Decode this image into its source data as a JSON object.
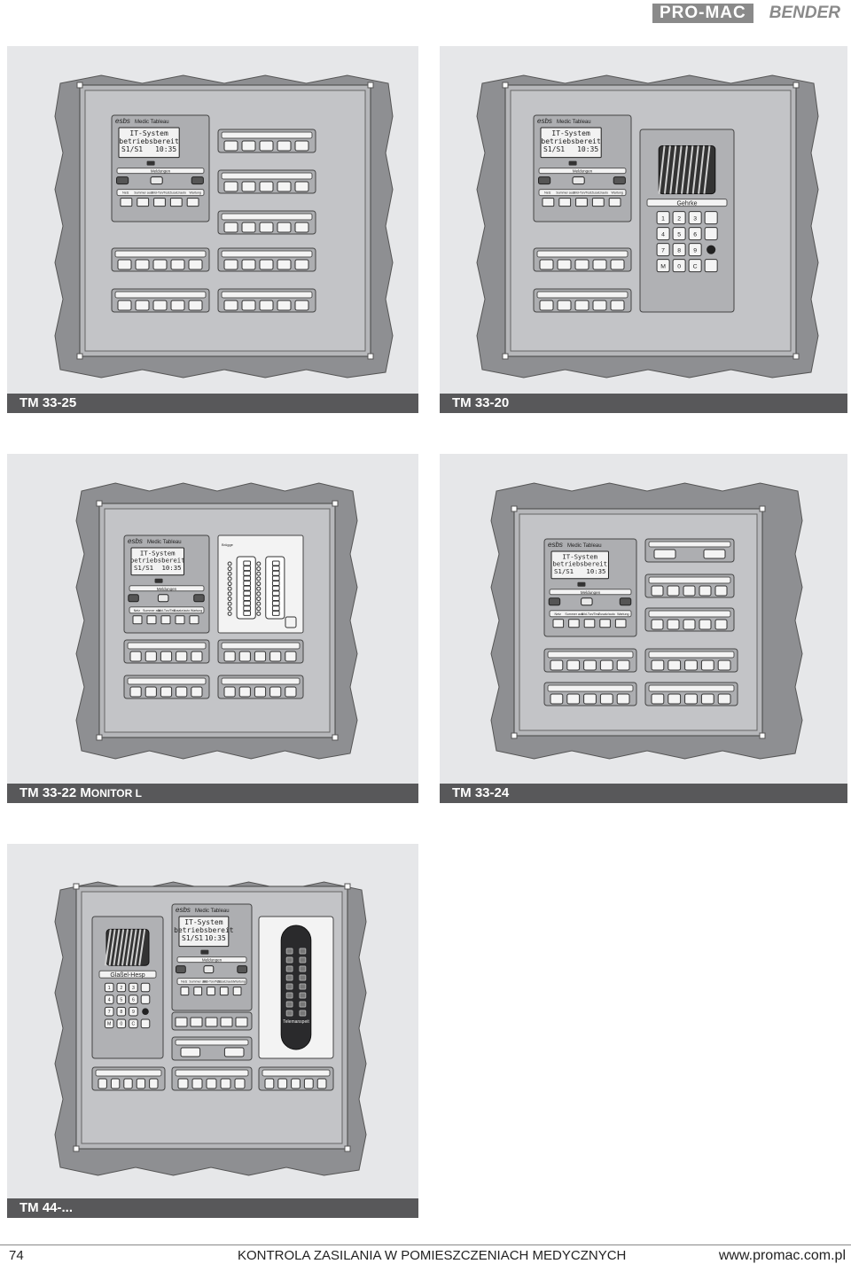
{
  "header": {
    "logo1": "PRO-MAC",
    "logo2": "BENDER"
  },
  "device": {
    "brand": "esbs",
    "brand_sub": "Medic Tableau",
    "lcd_line1": "IT-System",
    "lcd_line2": "betriebsbereit",
    "lcd_line3": "S1/S1",
    "lcd_time": "10:35",
    "meldungen": "Meldungen",
    "status_labels": [
      "Netz",
      "Summer aus",
      "Bild-Ton/Test",
      "Zusatz/auto",
      "Wartung"
    ],
    "intercom_label": "Gehrke",
    "handset_label": "Telemanspeit"
  },
  "keypad": [
    "1",
    "2",
    "3",
    "4",
    "5",
    "6",
    "7",
    "8",
    "9",
    "M",
    "0",
    "C"
  ],
  "panels": [
    {
      "caption": "TM 33-25",
      "caption_small": ""
    },
    {
      "caption": "TM 33-20",
      "caption_small": ""
    },
    {
      "caption": "TM 33-22 M",
      "caption_small": "ONITOR L"
    },
    {
      "caption": "TM 33-24",
      "caption_small": ""
    },
    {
      "caption": "TM 44-...",
      "caption_small": ""
    }
  ],
  "footer": {
    "page_number": "74",
    "title": "KONTROLA ZASILANIA W POMIESZCZENIACH MEDYCZNYCH",
    "url": "www.promac.com.pl"
  }
}
